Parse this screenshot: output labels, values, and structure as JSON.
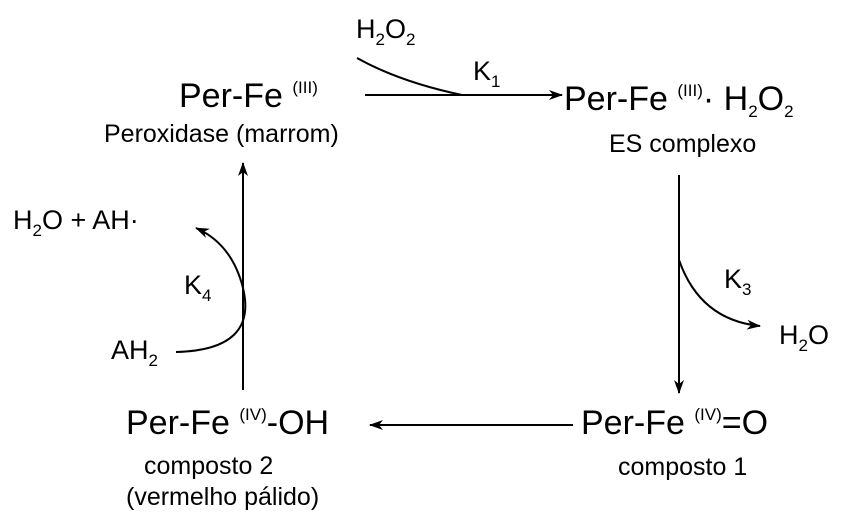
{
  "species": {
    "per_fe3": {
      "main": "Per-Fe ",
      "ox": "(III)",
      "name": "Peroxidase (marrom)"
    },
    "es_complex": {
      "main": "Per-Fe ",
      "ox": "(III)",
      "dot": "· H",
      "sub": "2",
      "o": "O",
      "sub2": "2",
      "name": "ES complexo"
    },
    "compound1": {
      "main": "Per-Fe ",
      "ox": "(IV)",
      "suffix": "=O",
      "name": "composto 1"
    },
    "compound2": {
      "main": "Per-Fe ",
      "ox": "(IV)",
      "suffix": "-OH",
      "name1": "composto 2",
      "name2": "(vermelho pálido)"
    }
  },
  "reagents": {
    "h2o2": {
      "a": "H",
      "s1": "2",
      "b": "O",
      "s2": "2"
    },
    "k1": {
      "k": "K",
      "n": "1"
    },
    "k3": {
      "k": "K",
      "n": "3"
    },
    "h2o_k3": {
      "a": "H",
      "s1": "2",
      "b": "O"
    },
    "k4": {
      "k": "K",
      "n": "4"
    },
    "ah2": {
      "a": "AH",
      "s1": "2"
    },
    "h2o_ah": {
      "a": "H",
      "s1": "2",
      "b": "O + AH·"
    }
  },
  "colors": {
    "ink": "#000000",
    "background": "#ffffff"
  }
}
